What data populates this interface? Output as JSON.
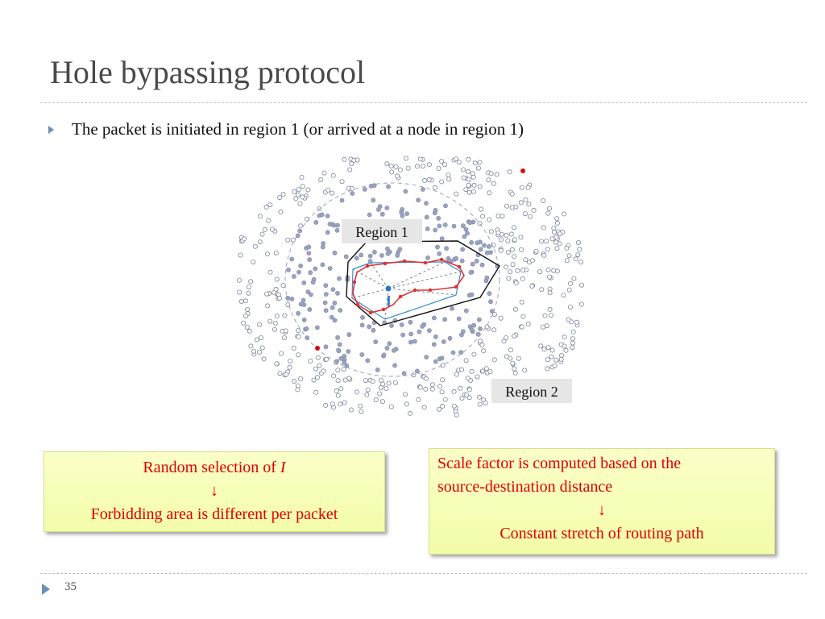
{
  "slide": {
    "title": "Hole bypassing protocol",
    "bullet": "The packet is initiated in region 1 (or arrived at a node in region 1)",
    "page_number": "35"
  },
  "figure": {
    "region1_label": "Region 1",
    "region2_label": "Region 2",
    "intermediate_label": "I"
  },
  "callout_left": {
    "line1_prefix": "Random selection of ",
    "line1_italic": "I",
    "arrow": "↓",
    "line2": "Forbidding area is different per packet"
  },
  "callout_right": {
    "line1": "Scale factor is computed based on the",
    "line2": "source-destination distance",
    "arrow": "↓",
    "line3": "Constant stretch of routing path"
  },
  "colors": {
    "title": "#4a4a4a",
    "bullet_marker": "#6b8fb5",
    "callout_text": "#e00000",
    "callout_bg": "#f6fdb4",
    "node_filled": "#9aa3bf",
    "hole_boundary": "#e03030",
    "inner_polygon": "#3a8fd0",
    "outer_polygon": "#000000",
    "endpoint": "#d01010"
  }
}
